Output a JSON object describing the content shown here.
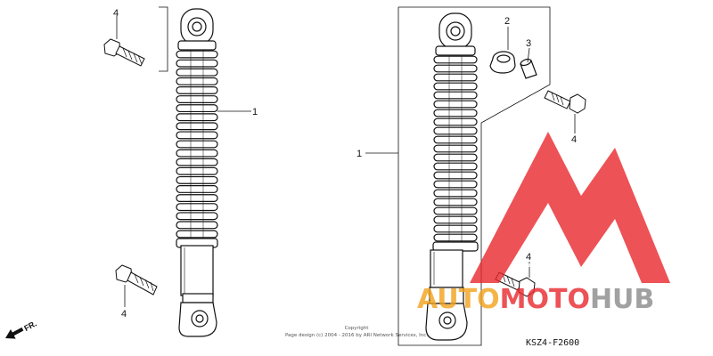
{
  "diagram": {
    "callouts": {
      "left_shock": "1",
      "right_shock": "1",
      "collar": "2",
      "bushing": "3",
      "bolt_upper_left": "4",
      "bolt_lower_left": "4",
      "bolt_upper_right": "4",
      "bolt_lower_right": "4"
    },
    "direction_label": "FR.",
    "copyright_line1": "Copyright",
    "copyright_line2": "Page design (c) 2004 - 2016 by ARI Network Services, Inc.",
    "diagram_code": "KSZ4-F2600"
  },
  "watermark": {
    "part1": "AUTO",
    "part2": "MOTO",
    "part3": "HUB",
    "color_red": "#e8272c",
    "color_orange": "#f2a21a",
    "color_gray": "#8a8a8a"
  }
}
